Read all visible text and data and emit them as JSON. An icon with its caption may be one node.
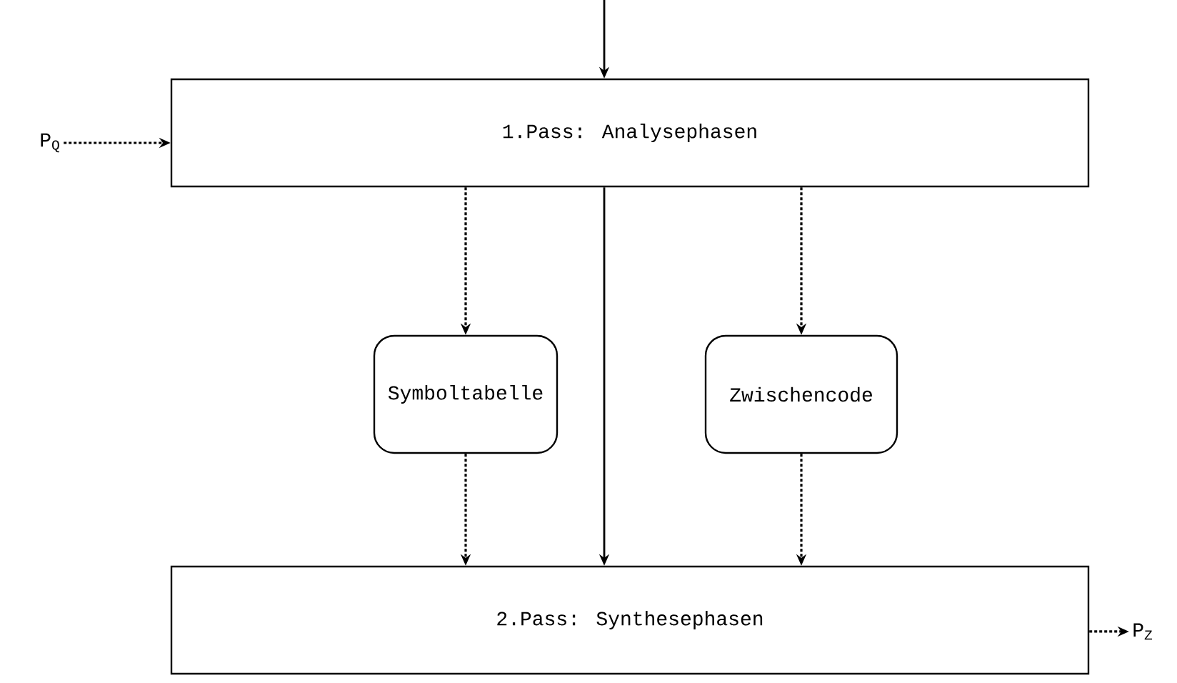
{
  "diagram": {
    "nodes": [
      {
        "text": [
          "1.Pass: Analysephasen"
        ]
      },
      {
        "text": [
          "Symboltabelle"
        ]
      },
      {
        "text": [
          "Zwischencode"
        ]
      },
      {
        "text": [
          "2.Pass: Synthesephasen"
        ]
      },
      {
        "text": [
          "P$_{Q}$"
        ]
      },
      {
        "text": [
          "P$_{Z}$"
        ]
      }
    ],
    "edges": [
      {
        "from": null,
        "to": 0,
        "arrow": "to"
      },
      {
        "from": 4,
        "to": 0,
        "arrow": "to",
        "style": "dashed"
      },
      {
        "from": 0,
        "to": 1,
        "arrow": "to",
        "style": "dashed"
      },
      {
        "from": 0,
        "to": 2,
        "arrow": "to",
        "style": "dashed"
      },
      {
        "from": 0,
        "to": 3,
        "arrow": "to"
      },
      {
        "from": 1,
        "to": 3,
        "arrow": "to",
        "style": "dashed"
      },
      {
        "from": 2,
        "to": 3,
        "arrow": "to",
        "style": "dashed"
      },
      {
        "from": 3,
        "to": 5,
        "arrow": "to",
        "style": "dashed"
      }
    ]
  }
}
